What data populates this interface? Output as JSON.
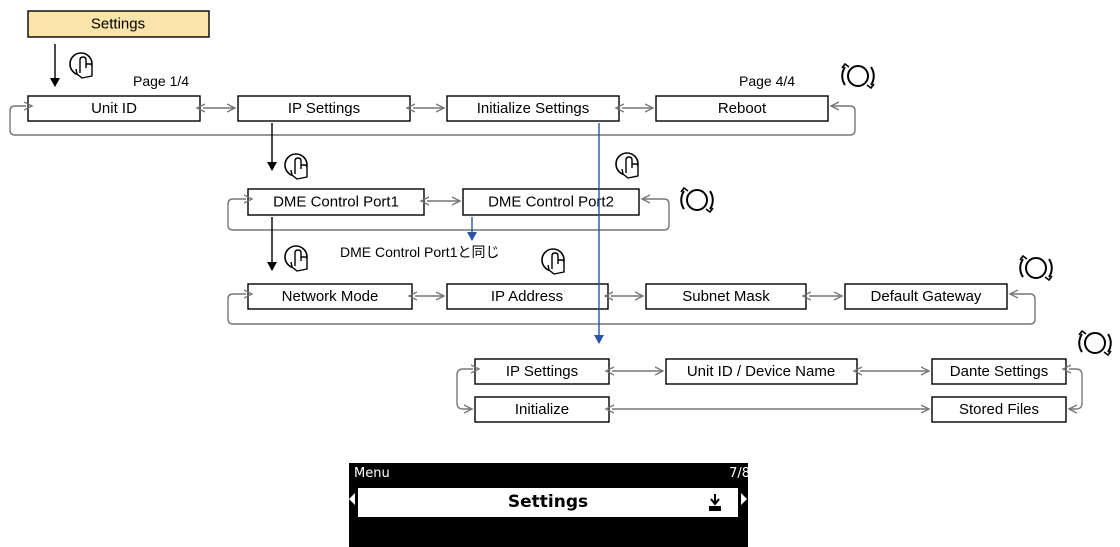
{
  "header": {
    "settings_label": "Settings"
  },
  "row1": {
    "page_first": "Page 1/4",
    "page_last": "Page 4/4",
    "items": [
      "Unit ID",
      "IP Settings",
      "Initialize Settings",
      "Reboot"
    ]
  },
  "row2": {
    "items": [
      "DME Control Port1",
      "DME Control Port2"
    ]
  },
  "row2_note": "DME Control Port1と同じ",
  "row3": {
    "items": [
      "Network Mode",
      "IP Address",
      "Subnet Mask",
      "Default Gateway"
    ]
  },
  "row4": {
    "items": [
      "IP Settings",
      "Unit ID / Device Name",
      "Dante Settings"
    ]
  },
  "row5": {
    "items": [
      "Initialize",
      "Stored Files"
    ]
  },
  "lcd": {
    "menu_label": "Menu",
    "page": "7/8",
    "title": "Settings"
  },
  "icons": {
    "press": "press-encoder-icon",
    "rotate": "rotate-encoder-icon",
    "lcd_item": "download-icon"
  },
  "colors": {
    "settings_fill": "#fae5a8",
    "blue_arrow": "#2a55a4",
    "connector": "#777777"
  }
}
